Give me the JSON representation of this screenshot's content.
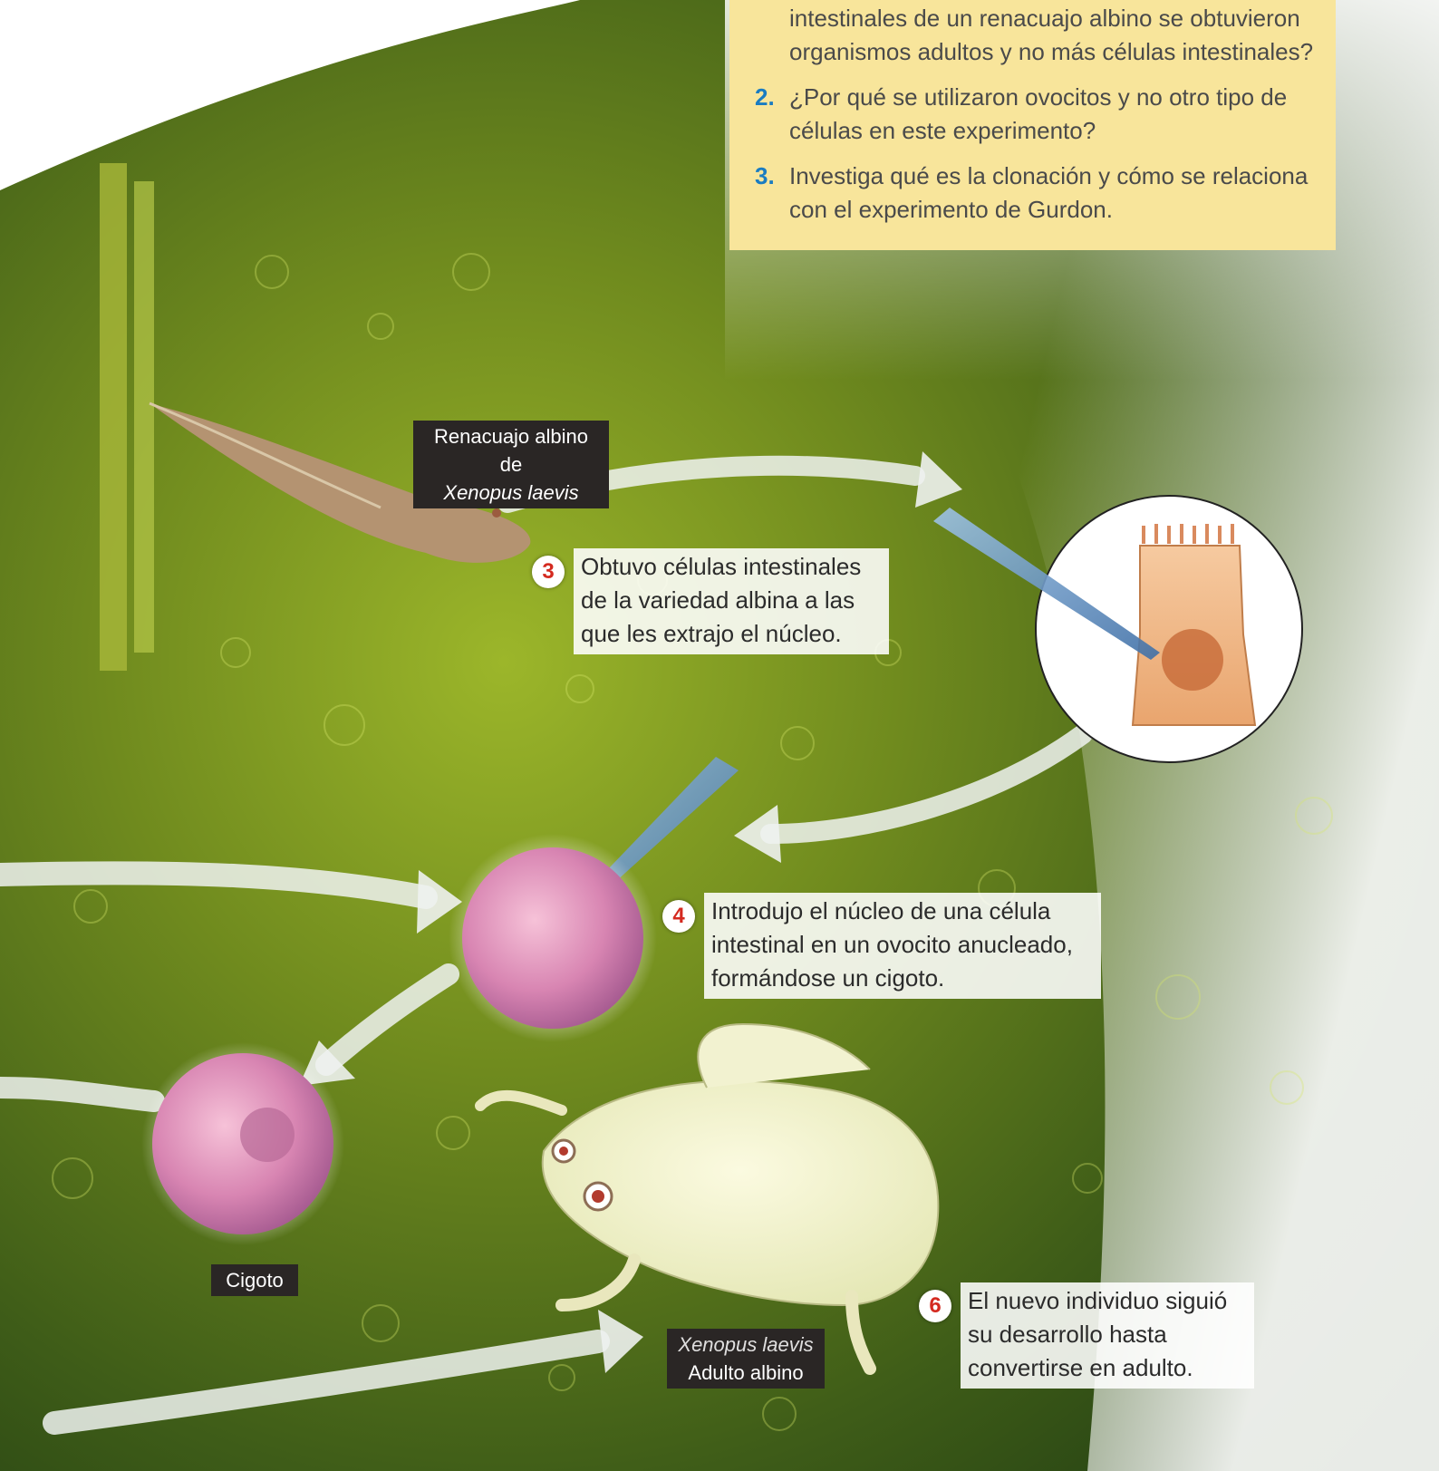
{
  "questions": [
    {
      "num": "",
      "text": "intestinales de un renacuajo albino se obtuvieron organismos adultos y no más células intestinales?"
    },
    {
      "num": "2.",
      "text": "¿Por qué se utilizaron ovocitos y no otro tipo de células en este experimento?"
    },
    {
      "num": "3.",
      "text": "Investiga qué es la clonación y cómo se relaciona con el experimento de Gurdon."
    }
  ],
  "labels": {
    "tadpole_line1": "Renacuajo albino de",
    "tadpole_line2": "Xenopus laevis",
    "zygote": "Cigoto",
    "adult_line1": "Xenopus laevis",
    "adult_line2": "Adulto albino"
  },
  "steps": [
    {
      "num": "3",
      "text": "Obtuvo células intestinales de la variedad albina a las que les extrajo el núcleo."
    },
    {
      "num": "4",
      "text": "Introdujo el núcleo de una célula intestinal en un ovocito anucleado, formándose un cigoto."
    },
    {
      "num": "6",
      "text": "El nuevo individuo siguió su desarrollo hasta convertirse en adulto."
    }
  ],
  "colors": {
    "question_box": "#f8e59b",
    "question_number": "#1a7cc1",
    "step_number": "#d42a20",
    "label_bg": "#2a2625"
  }
}
